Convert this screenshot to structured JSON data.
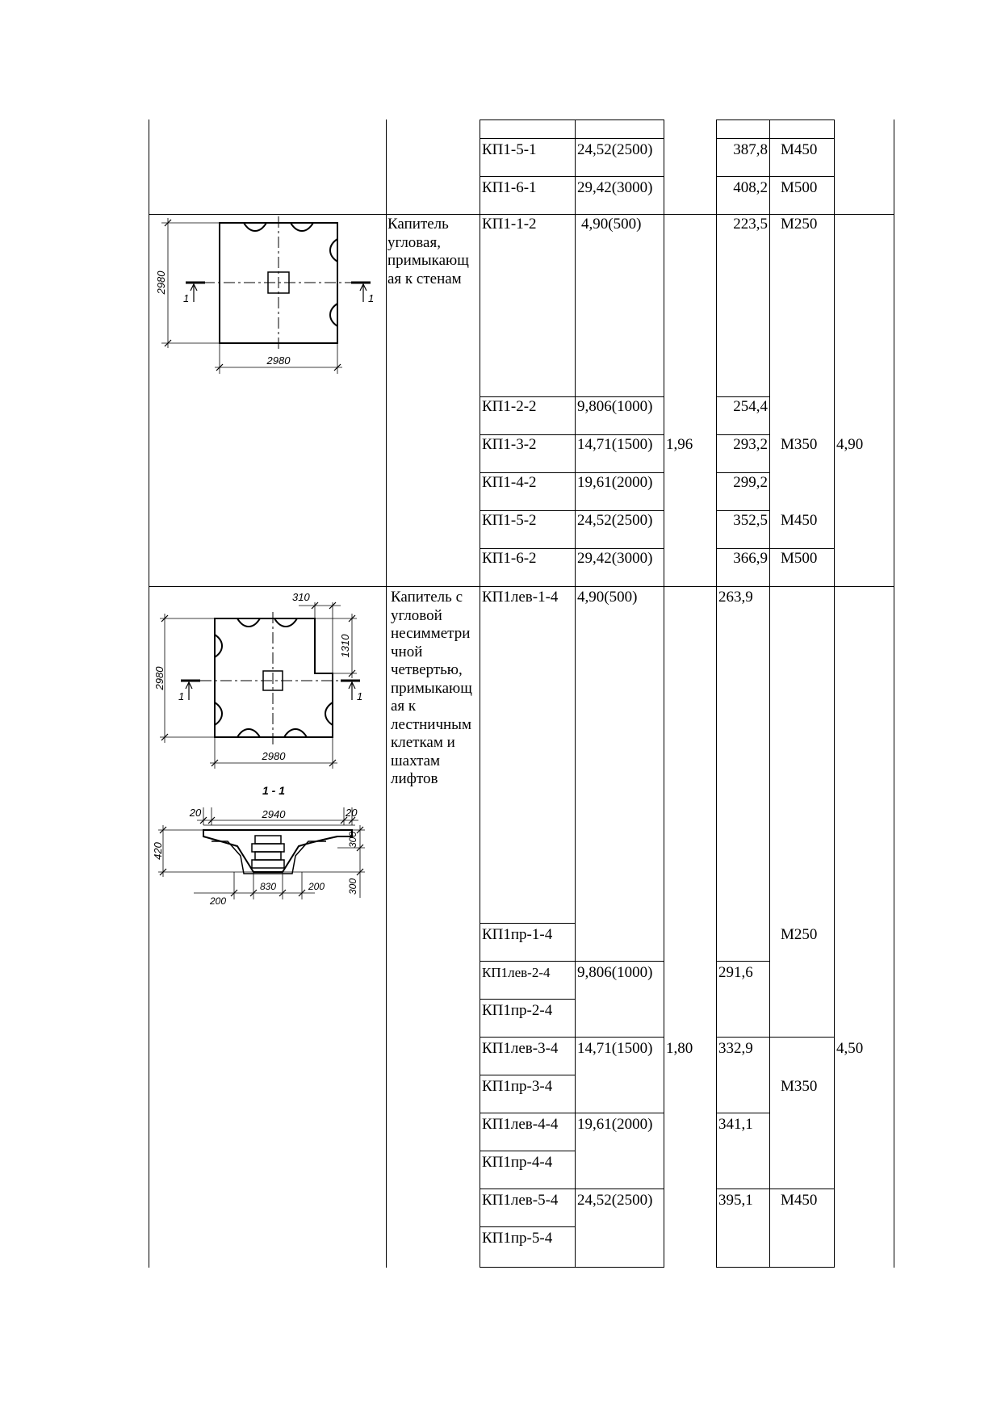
{
  "continuation_rows": [
    {
      "mark": "КП1-5-1",
      "load": "24,52(2500)",
      "mass": "387,8",
      "concrete": "М450"
    },
    {
      "mark": "КП1-6-1",
      "load": "29,42(3000)",
      "mass": "408,2",
      "concrete": "М500"
    }
  ],
  "section_2": {
    "description": "Капитель угловая, примыкающ ая к  стенам",
    "drawing": {
      "dim_width": "2980",
      "dim_height": "2980",
      "section_mark": "1"
    },
    "volume": "1,96",
    "total": "4,90",
    "rows": [
      {
        "mark": "КП1-1-2",
        "load": "4,90(500)",
        "mass": "223,5",
        "concrete": "М250"
      },
      {
        "mark": "КП1-2-2",
        "load": "9,806(1000)",
        "mass": "254,4",
        "concrete": ""
      },
      {
        "mark": "КП1-3-2",
        "load": "14,71(1500)",
        "mass": "293,2",
        "concrete": "М350"
      },
      {
        "mark": "КП1-4-2",
        "load": "19,61(2000)",
        "mass": "299,2",
        "concrete": ""
      },
      {
        "mark": "КП1-5-2",
        "load": "24,52(2500)",
        "mass": "352,5",
        "concrete": "М450"
      },
      {
        "mark": "КП1-6-2",
        "load": "29,42(3000)",
        "mass": "366,9",
        "concrete": "М500"
      }
    ]
  },
  "section_3": {
    "description": "Капитель с угловой несимметри чной четвертью, примыкающ ая к лестничным клеткам и шахтам лифтов",
    "drawing": {
      "dim_width": "2980",
      "dim_height": "2980",
      "dim_notch_w": "310",
      "dim_notch_h": "1310",
      "section_mark": "1",
      "section_title": "1 - 1",
      "sec_top": "2940",
      "sec_edge_left": "20",
      "sec_edge_right": "20",
      "sec_height": "420",
      "sec_h1": "300",
      "sec_h2": "300",
      "sec_base_left": "200",
      "sec_base_mid": "830",
      "sec_base_right": "200"
    },
    "volume": "1,80",
    "total": "4,50",
    "rows": [
      {
        "mark": "КП1лев-1-4",
        "load": "4,90(500)",
        "mass": "263,9"
      },
      {
        "mark": "КП1пр-1-4"
      },
      {
        "mark": "КП1лев-2-4",
        "load": "9,806(1000)",
        "mass": "291,6"
      },
      {
        "mark": "КП1пр-2-4"
      },
      {
        "mark": "КП1лев-3-4",
        "load": "14,71(1500)",
        "mass": "332,9"
      },
      {
        "mark": "КП1пр-3-4"
      },
      {
        "mark": "КП1лев-4-4",
        "load": "19,61(2000)",
        "mass": "341,1"
      },
      {
        "mark": "КП1пр-4-4"
      },
      {
        "mark": "КП1лев-5-4",
        "load": "24,52(2500)",
        "mass": "395,1"
      },
      {
        "mark": "КП1пр-5-4"
      }
    ],
    "concrete": {
      "m250": "М250",
      "m350": "М350",
      "m450": "М450"
    }
  }
}
